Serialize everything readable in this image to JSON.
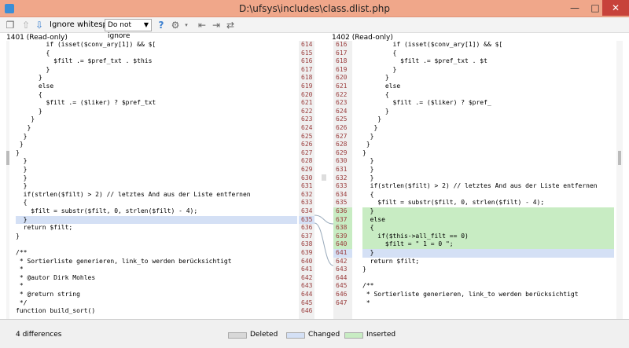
{
  "window": {
    "title": "D:\\ufsys\\includes\\class.dlist.php",
    "minimize": "—",
    "maximize": "□",
    "close": "✕"
  },
  "toolbar": {
    "ignore_label": "Ignore whitespace:",
    "ignore_value": "Do not ignore",
    "help": "?"
  },
  "panes": {
    "left_label": "1401 (Read-only)",
    "right_label": "1402 (Read-only)"
  },
  "left_code": [
    {
      "n": "614",
      "text": "        if (isset($conv_ary[1]) && $[",
      "state": ""
    },
    {
      "n": "615",
      "text": "        {",
      "state": ""
    },
    {
      "n": "616",
      "text": "          $filt .= $pref_txt . $this",
      "state": ""
    },
    {
      "n": "617",
      "text": "        }",
      "state": ""
    },
    {
      "n": "618",
      "text": "      }",
      "state": ""
    },
    {
      "n": "619",
      "text": "      else",
      "state": ""
    },
    {
      "n": "620",
      "text": "      {",
      "state": ""
    },
    {
      "n": "621",
      "text": "        $filt .= ($liker) ? $pref_txt",
      "state": ""
    },
    {
      "n": "622",
      "text": "      }",
      "state": ""
    },
    {
      "n": "623",
      "text": "    }",
      "state": ""
    },
    {
      "n": "624",
      "text": "   }",
      "state": ""
    },
    {
      "n": "625",
      "text": "  }",
      "state": ""
    },
    {
      "n": "626",
      "text": " }",
      "state": ""
    },
    {
      "n": "627",
      "text": "}",
      "state": ""
    },
    {
      "n": "628",
      "text": "  }",
      "state": ""
    },
    {
      "n": "629",
      "text": "  }",
      "state": ""
    },
    {
      "n": "630",
      "text": "  }",
      "state": ""
    },
    {
      "n": "631",
      "text": "  }",
      "state": ""
    },
    {
      "n": "632",
      "text": "  if(strlen($filt) > 2) // letztes And aus der Liste entfernen",
      "state": ""
    },
    {
      "n": "633",
      "text": "  {",
      "state": ""
    },
    {
      "n": "634",
      "text": "    $filt = substr($filt, 0, strlen($filt) - 4);",
      "state": ""
    },
    {
      "n": "635",
      "text": "  }",
      "state": "changed"
    },
    {
      "n": "636",
      "text": "  return $filt;",
      "state": ""
    },
    {
      "n": "637",
      "text": "}",
      "state": ""
    },
    {
      "n": "638",
      "text": "",
      "state": ""
    },
    {
      "n": "639",
      "text": "/**",
      "state": ""
    },
    {
      "n": "640",
      "text": " * Sortierliste generieren, link_to werden berücksichtigt",
      "state": ""
    },
    {
      "n": "641",
      "text": " *",
      "state": ""
    },
    {
      "n": "642",
      "text": " * @autor Dirk Mohles",
      "state": ""
    },
    {
      "n": "643",
      "text": " *",
      "state": ""
    },
    {
      "n": "644",
      "text": " * @return string",
      "state": ""
    },
    {
      "n": "645",
      "text": " */",
      "state": ""
    },
    {
      "n": "646",
      "text": "function build_sort()",
      "state": ""
    }
  ],
  "right_code": [
    {
      "n": "616",
      "text": "        if (isset($conv_ary[1]) && $[",
      "state": ""
    },
    {
      "n": "617",
      "text": "        {",
      "state": ""
    },
    {
      "n": "618",
      "text": "          $filt .= $pref_txt . $t",
      "state": ""
    },
    {
      "n": "619",
      "text": "        }",
      "state": ""
    },
    {
      "n": "620",
      "text": "      }",
      "state": ""
    },
    {
      "n": "621",
      "text": "      else",
      "state": ""
    },
    {
      "n": "622",
      "text": "      {",
      "state": ""
    },
    {
      "n": "623",
      "text": "        $filt .= ($liker) ? $pref_",
      "state": ""
    },
    {
      "n": "624",
      "text": "      }",
      "state": ""
    },
    {
      "n": "625",
      "text": "    }",
      "state": ""
    },
    {
      "n": "626",
      "text": "   }",
      "state": ""
    },
    {
      "n": "627",
      "text": "  }",
      "state": ""
    },
    {
      "n": "628",
      "text": " }",
      "state": ""
    },
    {
      "n": "629",
      "text": "}",
      "state": ""
    },
    {
      "n": "630",
      "text": "  }",
      "state": ""
    },
    {
      "n": "631",
      "text": "  }",
      "state": ""
    },
    {
      "n": "632",
      "text": "  }",
      "state": ""
    },
    {
      "n": "633",
      "text": "  if(strlen($filt) > 2) // letztes And aus der Liste entfernen",
      "state": ""
    },
    {
      "n": "634",
      "text": "  {",
      "state": ""
    },
    {
      "n": "635",
      "text": "    $filt = substr($filt, 0, strlen($filt) - 4);",
      "state": ""
    },
    {
      "n": "636",
      "text": "  }",
      "state": "inserted"
    },
    {
      "n": "637",
      "text": "  else",
      "state": "inserted"
    },
    {
      "n": "638",
      "text": "  {",
      "state": "inserted"
    },
    {
      "n": "639",
      "text": "    if($this->all_filt == 0)",
      "state": "inserted"
    },
    {
      "n": "640",
      "text": "      $filt = \" 1 = 0 \";",
      "state": "inserted"
    },
    {
      "n": "641",
      "text": "  }",
      "state": "changed"
    },
    {
      "n": "642",
      "text": "  return $filt;",
      "state": ""
    },
    {
      "n": "643",
      "text": "}",
      "state": ""
    },
    {
      "n": "644",
      "text": "",
      "state": ""
    },
    {
      "n": "645",
      "text": "/**",
      "state": ""
    },
    {
      "n": "646",
      "text": " * Sortierliste generieren, link_to werden berücksichtigt",
      "state": ""
    },
    {
      "n": "647",
      "text": " *",
      "state": ""
    }
  ],
  "status": {
    "differences": "4 differences",
    "legend": [
      {
        "label": "Deleted",
        "color": "#d8d8d8"
      },
      {
        "label": "Changed",
        "color": "#d4e0f5"
      },
      {
        "label": "Inserted",
        "color": "#c8ecc3"
      }
    ]
  },
  "colors": {
    "titlebar": "#f0a78a",
    "close": "#c7423b",
    "changed": "#d4e0f5",
    "inserted": "#c8ecc3"
  }
}
